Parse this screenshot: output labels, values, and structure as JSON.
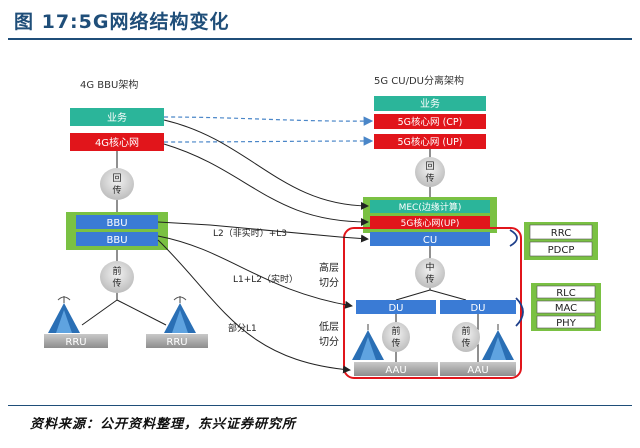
{
  "title": "图 17:5G网络结构变化",
  "footer": "资料来源：公开资料整理，东兴证券研究所",
  "diagram": {
    "left_header": "4G BBU架构",
    "right_header": "5G CU/DU分离架构",
    "left": {
      "service": "业务",
      "core": "4G核心网",
      "backhaul": [
        "回",
        "传"
      ],
      "bbu_top": "BBU",
      "bbu_bottom": "BBU",
      "fronthaul": [
        "前",
        "传"
      ],
      "rru_left": "RRU",
      "rru_right": "RRU"
    },
    "right": {
      "service": "业务",
      "core_cp": "5G核心网 (CP)",
      "core_up": "5G核心网 (UP)",
      "backhaul": [
        "回",
        "传"
      ],
      "mec": "MEC(边缘计算)",
      "core_up2": "5G核心网(UP)",
      "cu": "CU",
      "midhaul": [
        "中",
        "传"
      ],
      "du_left": "DU",
      "du_right": "DU",
      "fronthaul_left": [
        "前",
        "传"
      ],
      "fronthaul_right": [
        "前",
        "传"
      ],
      "aau_left": "AAU",
      "aau_right": "AAU"
    },
    "arrow_labels": {
      "l2": "L2（非实时）+L3",
      "l1l2": "L1+L2（实时）",
      "partial_l1": "部分L1",
      "high_split": [
        "高层",
        "切分"
      ],
      "low_split": [
        "低层",
        "切分"
      ]
    },
    "protocol_stack": {
      "cu_group": [
        "RRC",
        "PDCP"
      ],
      "du_group": [
        "RLC",
        "MAC",
        "PHY"
      ]
    }
  }
}
